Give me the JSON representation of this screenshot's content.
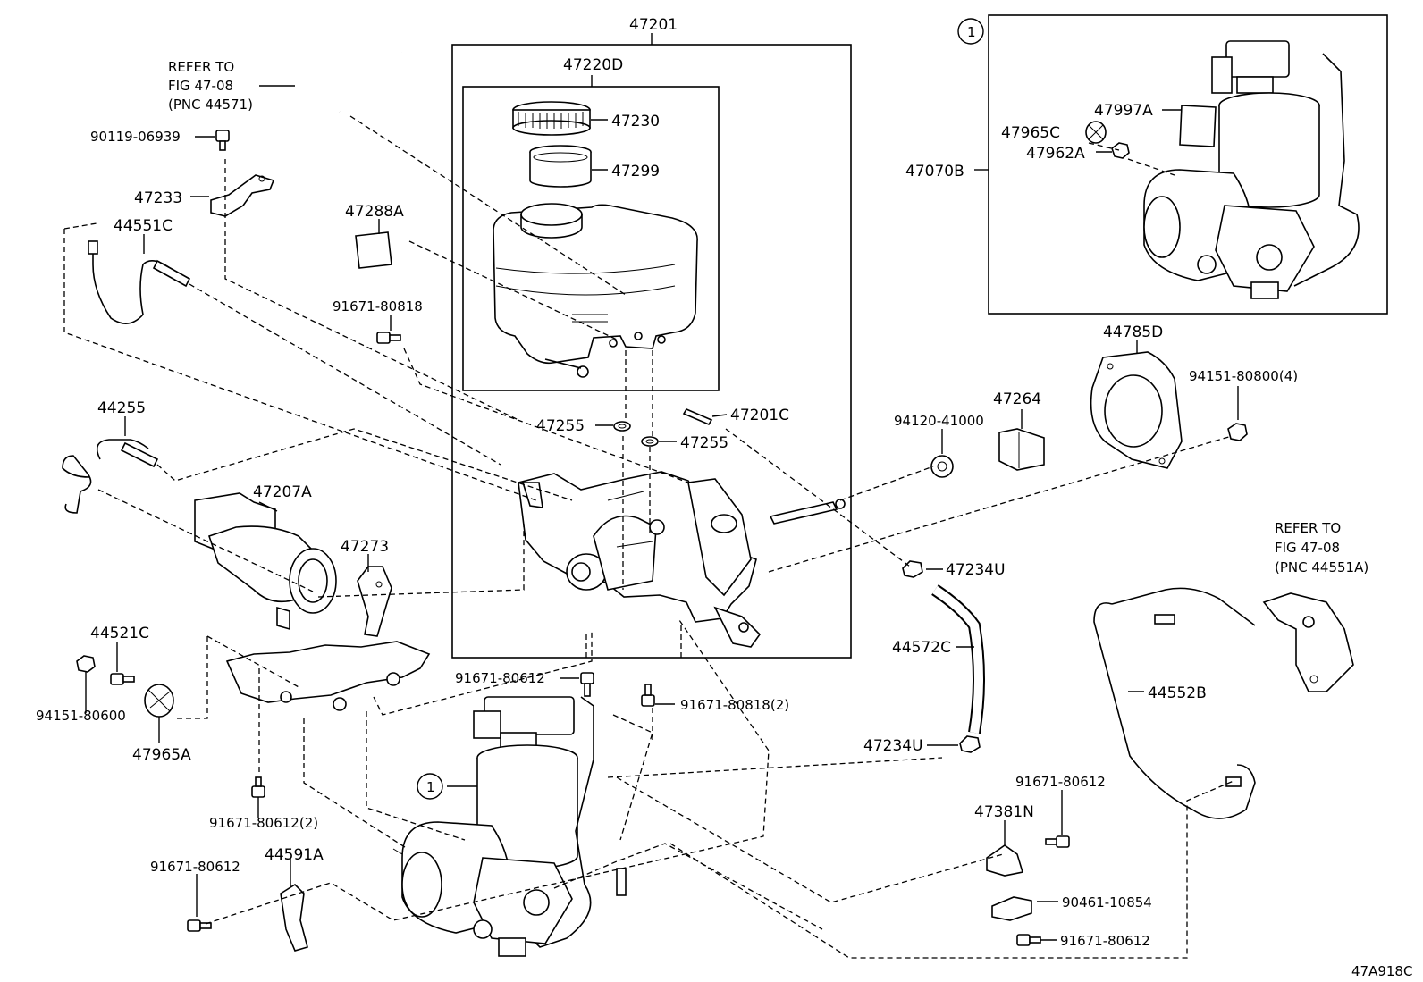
{
  "labels": {
    "p47201": "47201",
    "p47220D": "47220D",
    "p47230": "47230",
    "p47299": "47299",
    "p47288A": "47288A",
    "p91671_80818": "91671-80818",
    "p47255a": "47255",
    "p47255b": "47255",
    "p47201C": "47201C",
    "refer1_l1": "REFER TO",
    "refer1_l2": "FIG 47-08",
    "refer1_l3": "(PNC 44571)",
    "p90119": "90119-06939",
    "p47233": "47233",
    "p44551C": "44551C",
    "p44255": "44255",
    "p47207A": "47207A",
    "p47273": "47273",
    "p44521C": "44521C",
    "p94151_80600": "94151-80600",
    "p47965A": "47965A",
    "p91671_80612_2": "91671-80612(2)",
    "p91671_80612_a": "91671-80612",
    "p44591A": "44591A",
    "p91671_80612_b": "91671-80612",
    "p91671_80818_2": "91671-80818(2)",
    "circle1a": "1",
    "circle1b": "1",
    "p47997A": "47997A",
    "p47965C": "47965C",
    "p47962A": "47962A",
    "p47070B": "47070B",
    "p44785D": "44785D",
    "p94151_80800": "94151-80800(4)",
    "p47264": "47264",
    "p94120": "94120-41000",
    "p47234U_a": "47234U",
    "p44572C": "44572C",
    "p47234U_b": "47234U",
    "refer2_l1": "REFER TO",
    "refer2_l2": "FIG 47-08",
    "refer2_l3": "(PNC 44551A)",
    "p44552B": "44552B",
    "p91671_80612_c": "91671-80612",
    "p47381N": "47381N",
    "p90461": "90461-10854",
    "p91671_80612_d": "91671-80612",
    "figure_code": "47A918C"
  }
}
